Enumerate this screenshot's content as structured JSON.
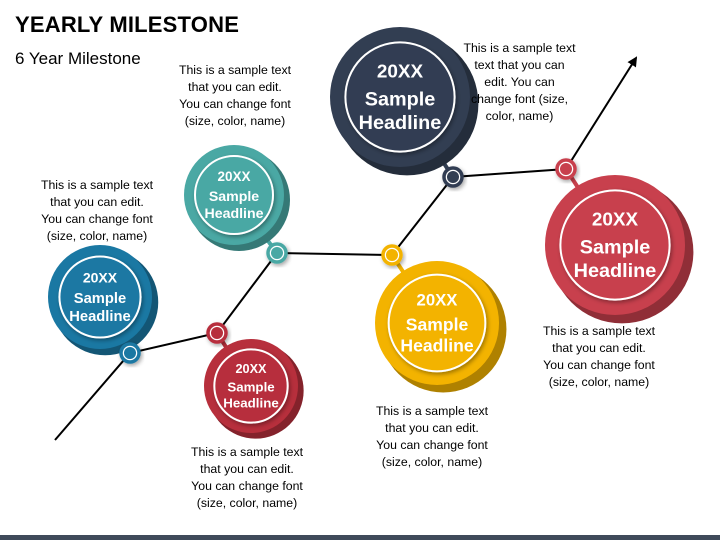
{
  "title": "YEARLY MILESTONE",
  "subtitle": "6 Year Milestone",
  "colors": {
    "blue": "#1a78a3",
    "teal": "#4aa8a4",
    "red": "#b72f3c",
    "navy": "#323e52",
    "yellow": "#f3b300",
    "crimson": "#c8404d",
    "line": "#000000"
  },
  "milestones": [
    {
      "year": "20XX",
      "headline": [
        "Sample",
        "Headline"
      ],
      "color": "blue",
      "description": [
        "This is a sample text",
        "that you can edit.",
        "You can change font",
        "(size, color, name)"
      ]
    },
    {
      "year": "20XX",
      "headline": [
        "Sample",
        "Headline"
      ],
      "color": "red",
      "description": [
        "This is a sample text",
        "that you can edit.",
        "You can change font",
        "(size, color, name)"
      ]
    },
    {
      "year": "20XX",
      "headline": [
        "Sample",
        "Headline"
      ],
      "color": "teal",
      "description": [
        "This is a sample text",
        "that you can edit.",
        "You can change font",
        "(size, color, name)"
      ]
    },
    {
      "year": "20XX",
      "headline": [
        "Sample",
        "Headline"
      ],
      "color": "yellow",
      "description": [
        "This is a sample text",
        "that you can edit.",
        "You can change font",
        "(size, color, name)"
      ]
    },
    {
      "year": "20XX",
      "headline": [
        "Sample",
        "Headline"
      ],
      "color": "navy",
      "description": [
        "This is a sample text",
        "text that you can",
        "edit. You can",
        "change font (size,",
        "color, name)"
      ]
    },
    {
      "year": "20XX",
      "headline": [
        "Sample",
        "Headline"
      ],
      "color": "crimson",
      "description": [
        "This is a sample text",
        "that you can edit.",
        "You can change font",
        "(size, color, name)"
      ]
    }
  ]
}
